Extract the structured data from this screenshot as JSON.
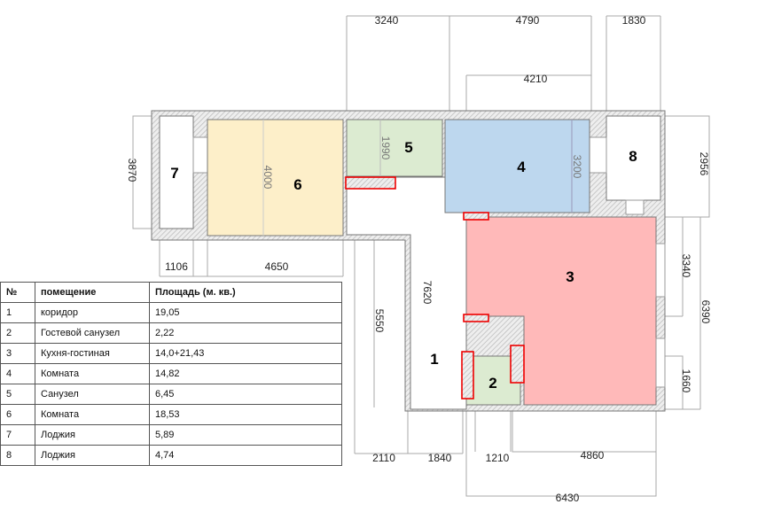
{
  "rooms": {
    "r1": "1",
    "r2": "2",
    "r3": "3",
    "r4": "4",
    "r5": "5",
    "r6": "6",
    "r7": "7",
    "r8": "8"
  },
  "colors": {
    "room6": "#fdefc9",
    "room5": "#dcebd1",
    "room4": "#bdd7ee",
    "room3": "#ffb9b9",
    "room2": "#dcebd1",
    "highlight": "#e00000"
  },
  "dimensions": {
    "d3240": "3240",
    "d4790": "4790",
    "d1830": "1830",
    "d4210": "4210",
    "d2956": "2956",
    "d3870": "3870",
    "d1106": "1106",
    "d4650": "4650",
    "d7620": "7620",
    "d5550": "5550",
    "d3340": "3340",
    "d6390": "6390",
    "d1660": "1660",
    "d2110": "2110",
    "d1840": "1840",
    "d1210": "1210",
    "d4860": "4860",
    "d6430": "6430",
    "d4000": "4000",
    "d1990": "1990",
    "d3200": "3200"
  },
  "table": {
    "headers": [
      "№",
      "помещение",
      "Площадь (м. кв.)"
    ],
    "rows": [
      [
        "1",
        "коридор",
        "19,05"
      ],
      [
        "2",
        "Гостевой санузел",
        "2,22"
      ],
      [
        "3",
        "Кухня-гостиная",
        "14,0+21,43"
      ],
      [
        "4",
        "Комната",
        "14,82"
      ],
      [
        "5",
        "Санузел",
        "6,45"
      ],
      [
        "6",
        "Комната",
        "18,53"
      ],
      [
        "7",
        "Лоджия",
        "5,89"
      ],
      [
        "8",
        "Лоджия",
        "4,74"
      ]
    ]
  }
}
